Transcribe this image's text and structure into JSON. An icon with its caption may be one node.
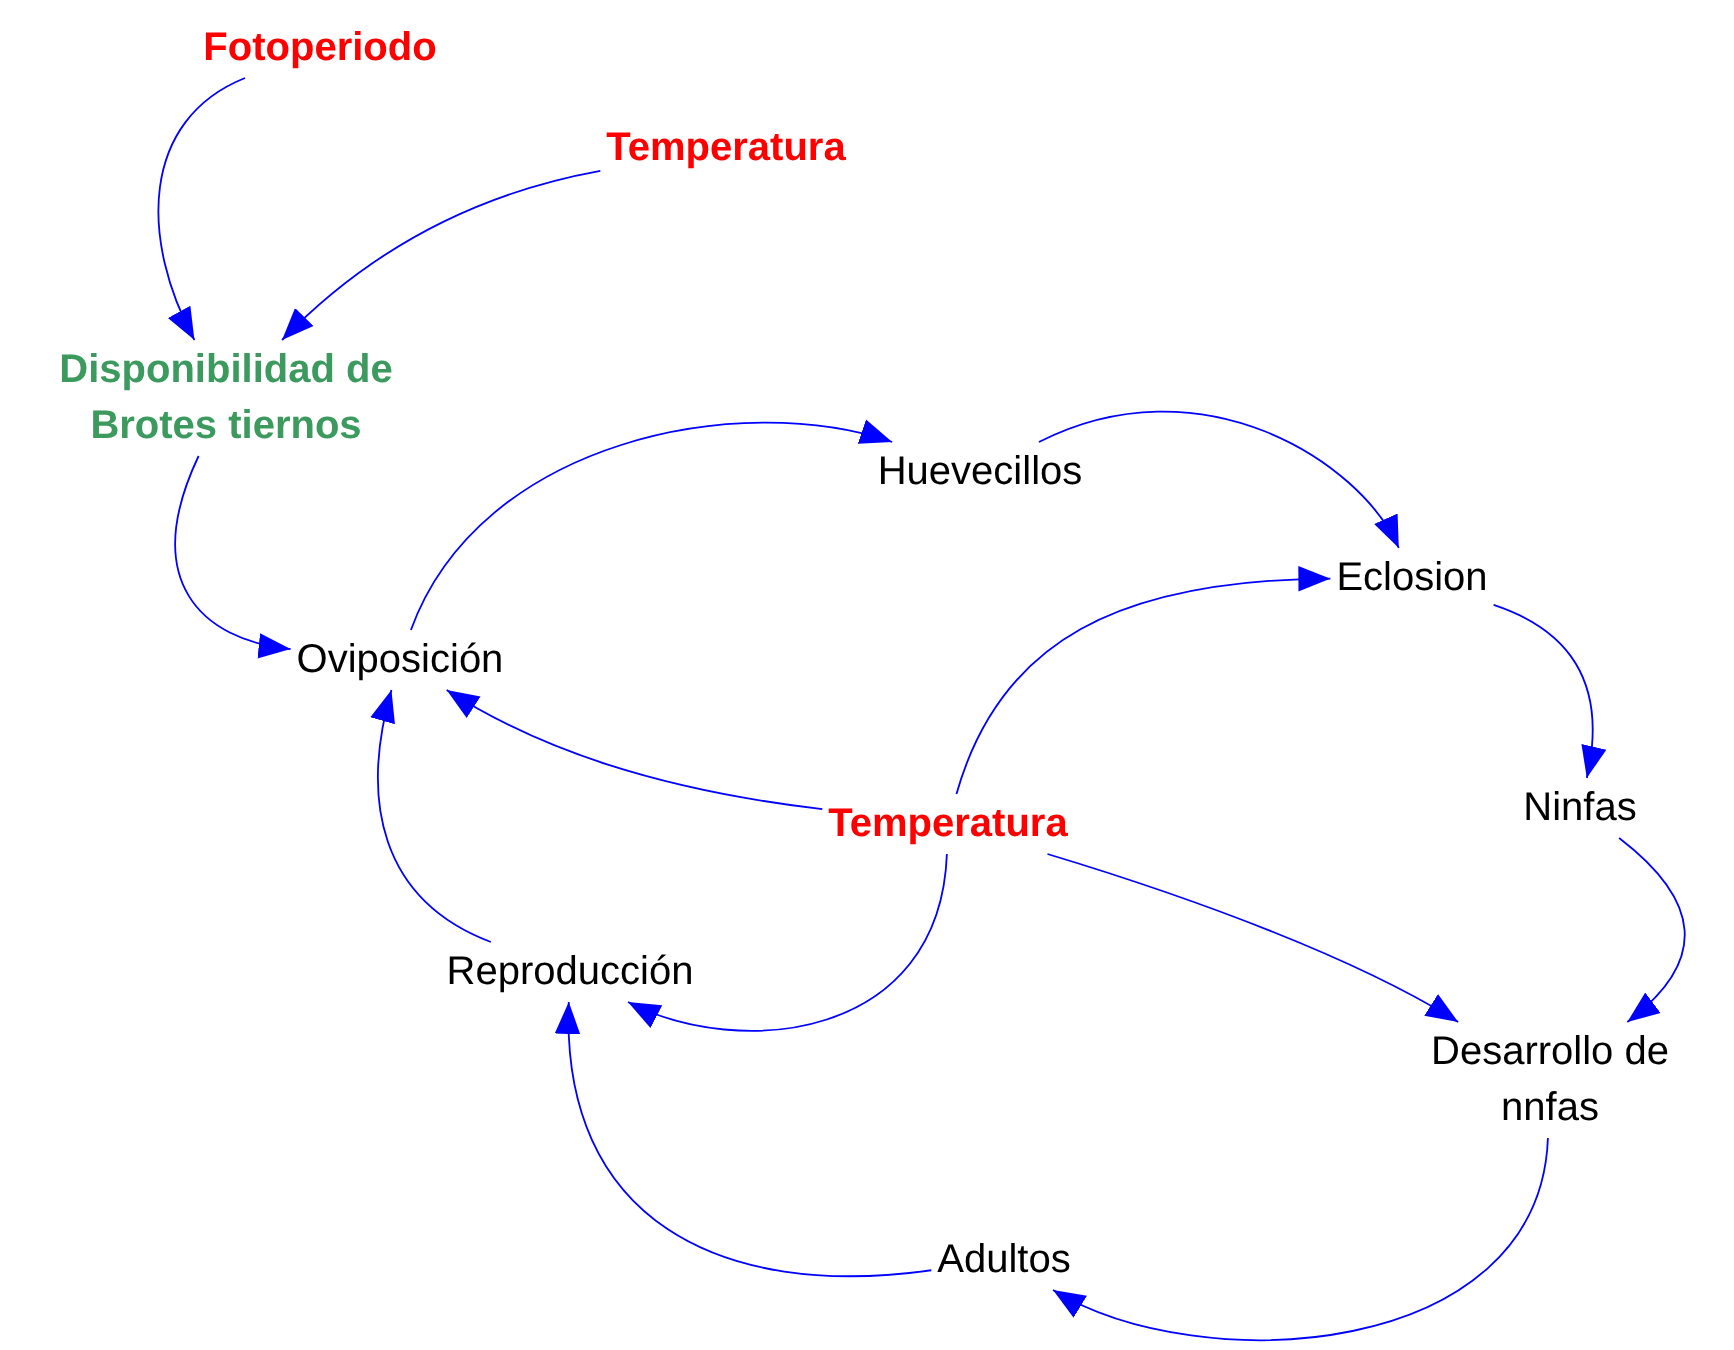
{
  "diagram": {
    "nodes": [
      {
        "text": [
          "Fotoperiodo"
        ]
      },
      {
        "text": [
          "Temperatura"
        ]
      },
      {
        "text": [
          "Disponibilidad de Brotes tiernos"
        ]
      },
      {
        "text": [
          "Huevecillos"
        ]
      },
      {
        "text": [
          "Eclosion"
        ]
      },
      {
        "text": [
          "Oviposición"
        ]
      },
      {
        "text": [
          "Ninfas"
        ]
      },
      {
        "text": [
          "Temperatura"
        ]
      },
      {
        "text": [
          "Reproducción"
        ]
      },
      {
        "text": [
          "Desarrollo de nnfas"
        ]
      },
      {
        "text": [
          "Adultos"
        ]
      }
    ],
    "edges": [
      {
        "from": 0,
        "to": 2,
        "arrow": "to"
      },
      {
        "from": 1,
        "to": 2,
        "arrow": "to"
      },
      {
        "from": 2,
        "to": 5,
        "arrow": "to"
      },
      {
        "from": 5,
        "to": 3,
        "arrow": "to"
      },
      {
        "from": 3,
        "to": 4,
        "arrow": "to"
      },
      {
        "from": 4,
        "to": 6,
        "arrow": "to"
      },
      {
        "from": 6,
        "to": 9,
        "arrow": "to"
      },
      {
        "from": 9,
        "to": 10,
        "arrow": "to"
      },
      {
        "from": 10,
        "to": 8,
        "arrow": "to"
      },
      {
        "from": 8,
        "to": 5,
        "arrow": "to"
      },
      {
        "from": 7,
        "to": 5,
        "arrow": "to"
      },
      {
        "from": 7,
        "to": 4,
        "arrow": "to"
      },
      {
        "from": 7,
        "to": 8,
        "arrow": "to"
      },
      {
        "from": 7,
        "to": 9,
        "arrow": "to"
      }
    ]
  }
}
